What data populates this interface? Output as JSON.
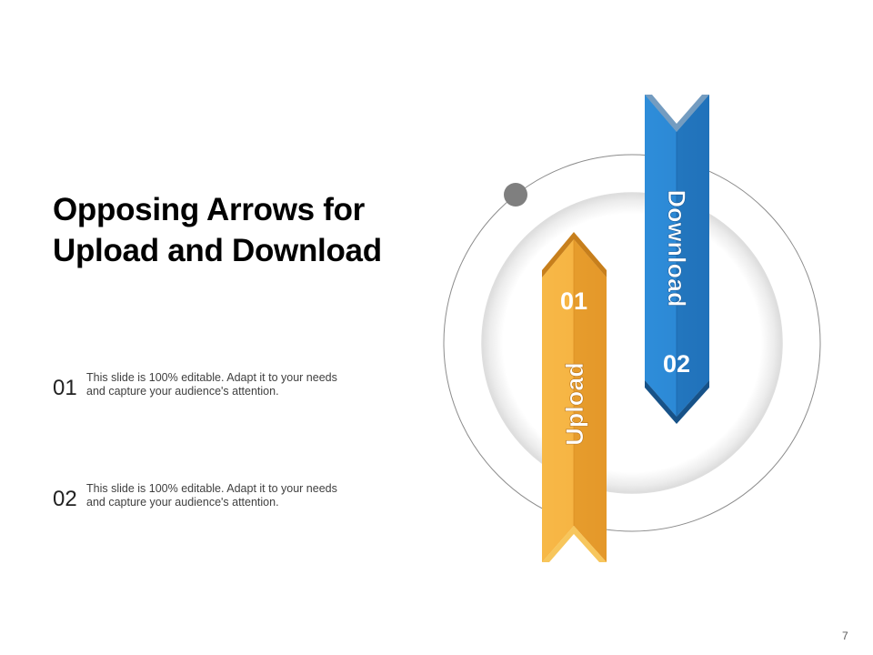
{
  "slide": {
    "title_line1": "Opposing Arrows for",
    "title_line2": "Upload and Download",
    "page_number": "7"
  },
  "items": [
    {
      "number": "01",
      "line1": "This slide is 100% editable. Adapt it to your needs",
      "line2": "and capture your audience's attention."
    },
    {
      "number": "02",
      "line1": "This slide is 100% editable. Adapt it to your needs",
      "line2": "and capture your audience's attention."
    }
  ],
  "graphic": {
    "upload_label": "Upload",
    "upload_number": "01",
    "download_label": "Download",
    "download_number": "02",
    "colors": {
      "upload": "#f0a73a",
      "download": "#2b84cf",
      "dot": "#7f7f7f",
      "ring": "#8c8c8c"
    }
  }
}
